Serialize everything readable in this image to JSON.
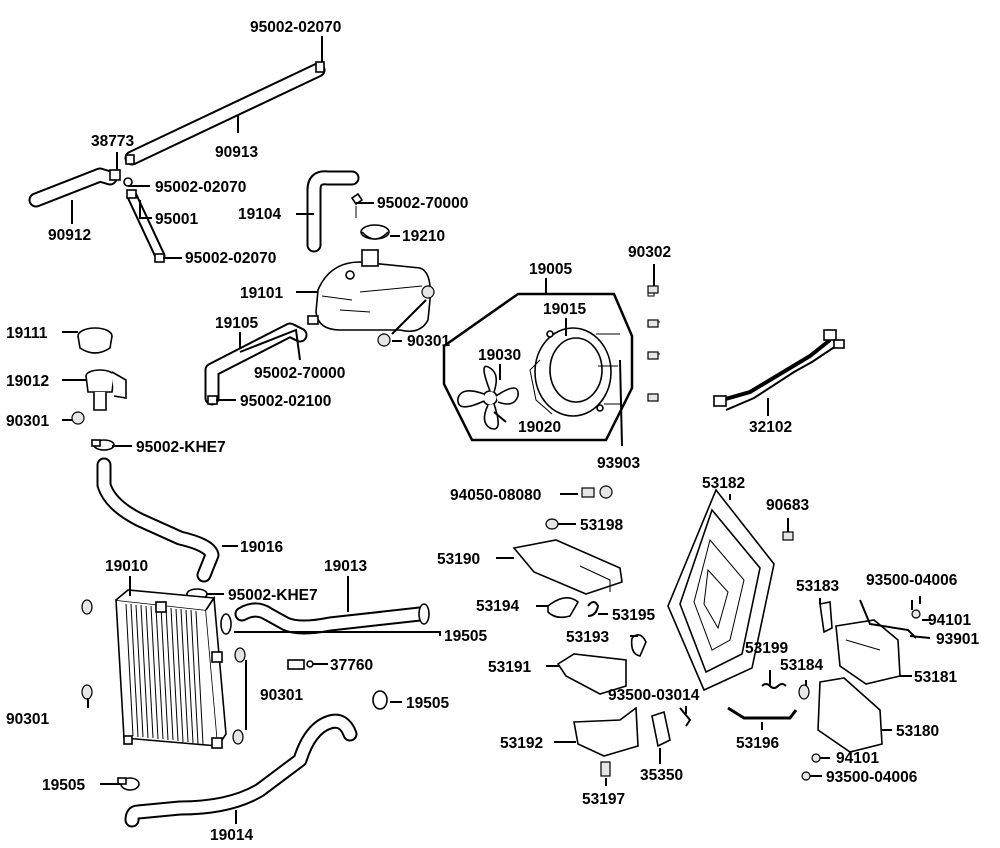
{
  "labels": {
    "l1": "95002-02070",
    "l2": "90913",
    "l3": "38773",
    "l4": "95002-02070",
    "l5": "95001",
    "l6": "90912",
    "l7": "95002-02070",
    "l8": "19104",
    "l9": "95002-70000",
    "l10": "19210",
    "l11": "19101",
    "l12": "90301",
    "l13": "19105",
    "l14": "95002-70000",
    "l15": "95002-02100",
    "l16": "19111",
    "l17": "19012",
    "l18": "90301",
    "l19": "95002-KHE7",
    "l20": "19005",
    "l21": "90302",
    "l22": "19015",
    "l23": "19030",
    "l24": "19020",
    "l25": "32102",
    "l26": "93903",
    "l27": "94050-08080",
    "l28": "53182",
    "l29": "90683",
    "l30": "53198",
    "l31": "53190",
    "l32": "19016",
    "l33": "19010",
    "l34": "19013",
    "l35": "95002-KHE7",
    "l36": "53183",
    "l37": "93500-04006",
    "l38": "53194",
    "l39": "53195",
    "l40": "94101",
    "l41": "19505",
    "l42": "53193",
    "l43": "93901",
    "l44": "53199",
    "l45": "37760",
    "l46": "53191",
    "l47": "53181",
    "l48": "53184",
    "l49": "90301",
    "l50": "93500-03014",
    "l51": "19505",
    "l52": "90301",
    "l53": "53180",
    "l54": "53192",
    "l55": "53196",
    "l56": "94101",
    "l57": "35350",
    "l58": "19505",
    "l59": "93500-04006",
    "l60": "53197",
    "l61": "19014"
  }
}
